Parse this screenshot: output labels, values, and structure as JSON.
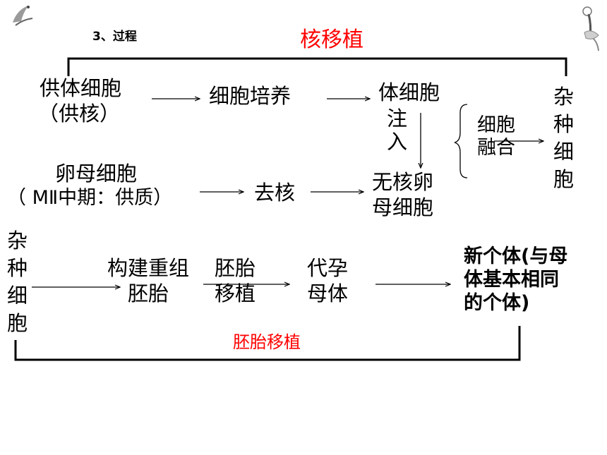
{
  "heading": {
    "step": "3、过程"
  },
  "top_section": {
    "title": "核移植",
    "donor_cell": [
      "供体细胞",
      "（供核）"
    ],
    "cell_culture": "细胞培养",
    "somatic_cell": "体细胞",
    "inject": [
      "注",
      "入"
    ],
    "oocyte": [
      "卵母细胞",
      "（ MⅡ中期：供质）"
    ],
    "enucleate": "去核",
    "enucleated_oocyte": [
      "无核卵",
      "母细胞"
    ],
    "cell_fusion": [
      "细胞",
      "融合"
    ],
    "hybrid_cell": [
      "杂",
      "种",
      "细",
      "胞"
    ]
  },
  "bottom_section": {
    "hybrid_cell": [
      "杂",
      "种",
      "细",
      "胞"
    ],
    "reconstructed_embryo": [
      "构建重组",
      "胚胎"
    ],
    "embryo_transfer_step": [
      "胚胎",
      "移植"
    ],
    "surrogate_mother": [
      "代孕",
      "母体"
    ],
    "new_individual": [
      "新个体(与母",
      "体基本相同",
      "的个体)"
    ],
    "title": "胚胎移植"
  },
  "colors": {
    "title_red": "#ff0000",
    "line": "#000000"
  },
  "icons": [
    "ink-bird-decoration-icon",
    "ink-crane-decoration-icon"
  ]
}
